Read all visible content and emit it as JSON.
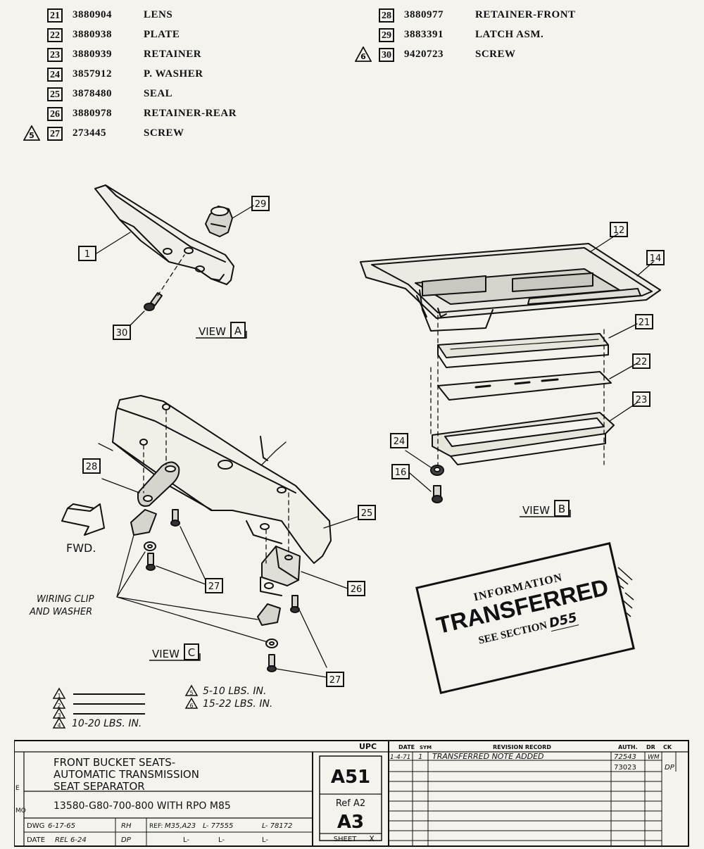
{
  "parts_left": [
    {
      "num": "21",
      "part": "3880904",
      "desc": "LENS",
      "flag": ""
    },
    {
      "num": "22",
      "part": "3880938",
      "desc": "PLATE",
      "flag": ""
    },
    {
      "num": "23",
      "part": "3880939",
      "desc": "RETAINER",
      "flag": ""
    },
    {
      "num": "24",
      "part": "3857912",
      "desc": "P. WASHER",
      "flag": ""
    },
    {
      "num": "25",
      "part": "3878480",
      "desc": "SEAL",
      "flag": ""
    },
    {
      "num": "26",
      "part": "3880978",
      "desc": "RETAINER-REAR",
      "flag": ""
    },
    {
      "num": "27",
      "part": "273445",
      "desc": "SCREW",
      "flag": "5"
    }
  ],
  "parts_right": [
    {
      "num": "28",
      "part": "3880977",
      "desc": "RETAINER-FRONT",
      "flag": ""
    },
    {
      "num": "29",
      "part": "3883391",
      "desc": "LATCH ASM.",
      "flag": ""
    },
    {
      "num": "30",
      "part": "9420723",
      "desc": "SCREW",
      "flag": "6"
    }
  ],
  "views": {
    "a_label": "VIEW",
    "a_letter": "A",
    "b_label": "VIEW",
    "b_letter": "B",
    "c_label": "VIEW",
    "c_letter": "C"
  },
  "callouts": {
    "c1": "1",
    "c29": "29",
    "c30": "30",
    "c12": "12",
    "c14": "14",
    "c21": "21",
    "c22": "22",
    "c23": "23",
    "c24": "24",
    "c16": "16",
    "c28": "28",
    "c25": "25",
    "c26": "26",
    "c27a": "27",
    "c27b": "27"
  },
  "fwd": "FWD.",
  "wiring_note_1": "WIRING CLIP",
  "wiring_note_2": "AND WASHER",
  "torque": {
    "flags": [
      "1",
      "2",
      "3",
      "4",
      "5",
      "6"
    ],
    "t3": "10-20 LBS. IN.",
    "t5": "5-10 LBS. IN.",
    "t6": "15-22 LBS. IN."
  },
  "stamp": {
    "line1": "INFORMATION",
    "line2": "TRANSFERRED",
    "line3": "SEE SECTION",
    "section": "D55"
  },
  "title_block": {
    "title_1": "FRONT BUCKET SEATS-",
    "title_2": "AUTOMATIC TRANSMISSION",
    "title_3": "SEAT SEPARATOR",
    "side_e": "E",
    "side_mo": "MO",
    "models": "13580-G80-700-800 WITH RPO M85",
    "dwg_label": "DWG",
    "dwg_date": "6-17-65",
    "dwg_init": "RH",
    "ref_label": "REF:",
    "ref_val": "M35,A23",
    "l1": "L- 77555",
    "l2": "L- 78172",
    "date_label": "DATE",
    "rel": "REL 6-24",
    "rel_init": "DP",
    "l3": "L-",
    "l4": "L-",
    "l5": "L-",
    "upc_head": "UPC",
    "upc": "A51",
    "ref_a": "Ref A2",
    "sheet_code": "A3",
    "sheet_label": "SHEET",
    "sheet_x": "X",
    "rev_date_head": "DATE",
    "rev_sym_head": "SYM",
    "rev_head": "REVISION RECORD",
    "auth_head": "AUTH.",
    "dr_head": "DR",
    "ck_head": "CK",
    "rev_date": "1-4-71",
    "rev_sym": "1",
    "rev_text": "TRANSFERRED NOTE ADDED",
    "auth1": "72543",
    "dr1": "WM",
    "auth2": "73023",
    "ck2": "DP"
  }
}
